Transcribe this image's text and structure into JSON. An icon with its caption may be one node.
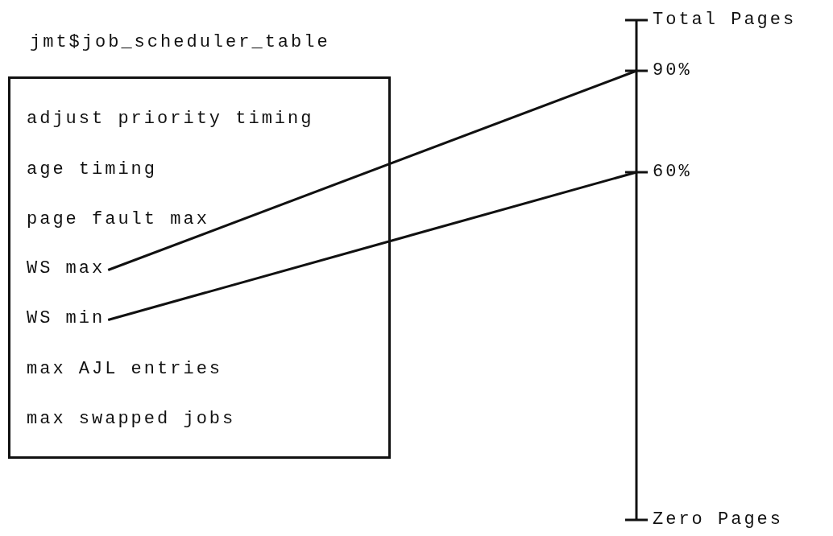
{
  "diagram": {
    "nodes": [
      {
        "text": [
          "jmt$job_scheduler_table"
        ]
      },
      {
        "text": [
          "adjust priority timing"
        ],
        "in": 0
      },
      {
        "text": [
          "age timing"
        ],
        "in": 0
      },
      {
        "text": [
          "page fault max"
        ],
        "in": 0
      },
      {
        "text": [
          "WS max"
        ],
        "in": 0
      },
      {
        "text": [
          "WS min"
        ],
        "in": 0
      },
      {
        "text": [
          "max AJL entries"
        ],
        "in": 0
      },
      {
        "text": [
          "max swapped jobs"
        ],
        "in": 0
      },
      {
        "text": [
          "Total Pages"
        ]
      },
      {
        "text": [
          "90%"
        ]
      },
      {
        "text": [
          "60%"
        ]
      },
      {
        "text": [
          "Zero Pages"
        ]
      }
    ],
    "edges": [
      {
        "from": 4,
        "to": 9,
        "arrow": "none"
      },
      {
        "from": 5,
        "to": 10,
        "arrow": "none"
      }
    ]
  }
}
